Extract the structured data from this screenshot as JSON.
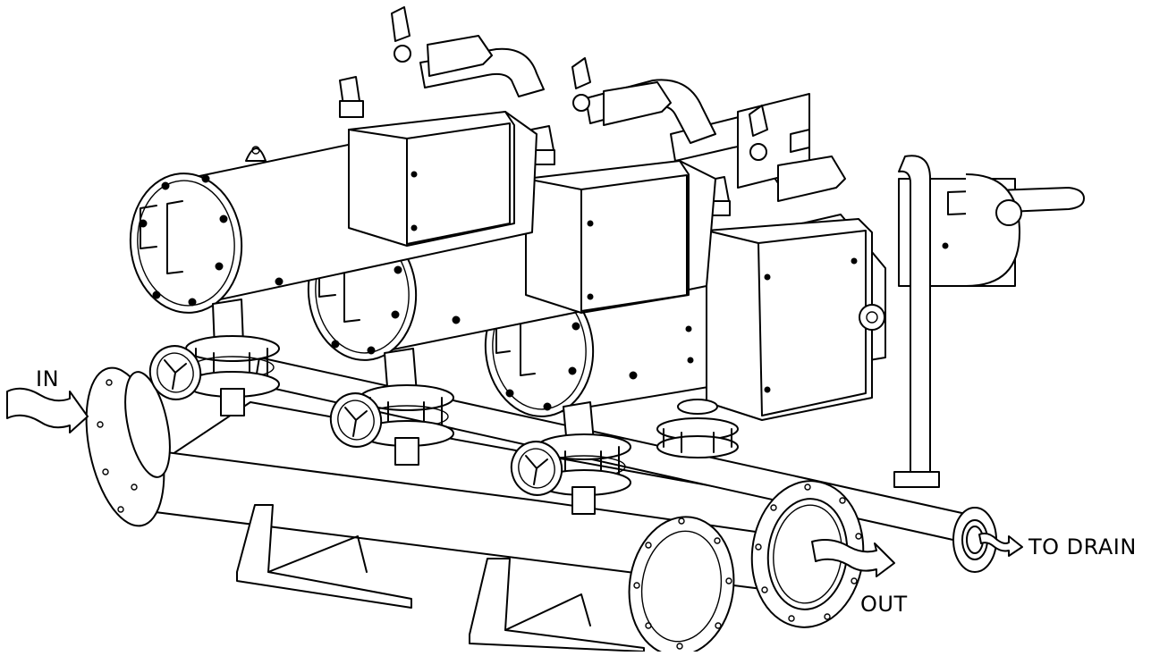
{
  "labels": {
    "inlet": "IN",
    "outlet": "OUT",
    "drain": "TO DRAIN"
  }
}
